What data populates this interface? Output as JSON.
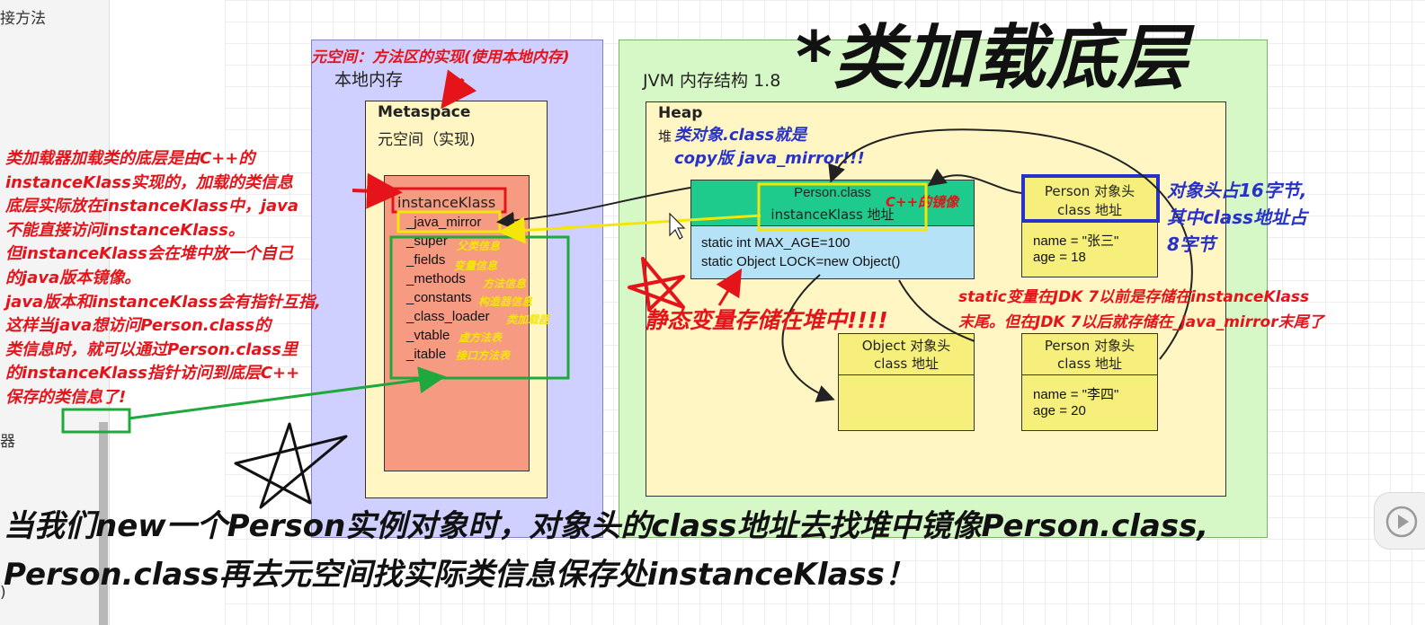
{
  "sidebar": {
    "top_text": "接方法",
    "mid_text": "器",
    "bottom_text": ")"
  },
  "title": "*类加载底层",
  "native_memory": {
    "annotation": "元空间：方法区的实现(使用本地内存)",
    "label": "本地内存",
    "metaspace": {
      "title": "Metaspace",
      "subtitle": "元空间（实现)",
      "instance_klass": {
        "label": "instanceKlass",
        "fields": [
          "_java_mirror",
          "_super",
          "_fields",
          "_methods",
          "_constants",
          "_class_loader",
          "_vtable",
          "_itable"
        ],
        "notes": [
          "父类信息",
          "变量信息",
          "方法信息",
          "构造器信息",
          "类加载器",
          "虚方法表",
          "接口方法表"
        ]
      }
    }
  },
  "jvm": {
    "label": "JVM 内存结构 1.8",
    "heap": {
      "title": "Heap",
      "subtitle": "堆",
      "mirror_note": [
        "类对象.class就是",
        "copy版 java_mirror!!!"
      ],
      "person_class": {
        "head": [
          "Person.class",
          "instanceKlass 地址"
        ],
        "body": [
          "static int  MAX_AGE=100",
          "static Object LOCK=new Object()"
        ],
        "cpp_note": "C++的镜像"
      },
      "person1": {
        "header": [
          "Person 对象头",
          "class 地址"
        ],
        "fields": [
          "name = \"张三\"",
          "age = 18"
        ]
      },
      "object1": {
        "header": [
          "Object 对象头",
          "class 地址"
        ]
      },
      "person2": {
        "header": [
          "Person 对象头",
          "class 地址"
        ],
        "fields": [
          "name = \"李四\"",
          "age = 20"
        ]
      }
    }
  },
  "annotations": {
    "left_block": [
      "类加载器加载类的底层是由C++的",
      "instanceKlass实现的，加载的类信息",
      "底层实际放在instanceKlass中，java",
      "不能直接访问instanceKlass。",
      "但instanceKlass会在堆中放一个自己",
      "的java版本镜像。",
      "java版本和instanceKlass会有指针互指,",
      "这样当java想访问Person.class的",
      "类信息时，就可以通过Person.class里",
      "的instanceKlass指针访问到底层C++",
      "保存的类信息了!"
    ],
    "header_note": [
      "对象头占16字节,",
      "其中class地址占",
      "8字节"
    ],
    "static_heap": "静态变量存储在堆中!!!!",
    "static_history": [
      "static变量在JDK 7以前是存储在instanceKlass",
      "末尾。但在JDK 7以后就存储在_java_mirror末尾了"
    ],
    "bottom": [
      "当我们new一个Person实例对象时，对象头的class地址去找堆中镜像Person.class,",
      "Person.class再去元空间找实际类信息保存处instanceKlass！"
    ]
  },
  "colors": {
    "native_bg": "#cfd0ff",
    "jvm_bg": "#d6f7c6",
    "metaspace_bg": "#fff6c4",
    "klass_bg": "#f69a82",
    "class_head": "#1ecb8c",
    "class_body": "#b5e2f7",
    "object_header": "#f7ef7b",
    "annotation_red": "#e5131a",
    "annotation_blue": "#2832c9",
    "highlight_yellow": "#f5e60a",
    "highlight_green": "#1fa83c"
  },
  "icons": [
    "play-icon",
    "star-doodle-icon",
    "mouse-cursor-icon"
  ]
}
